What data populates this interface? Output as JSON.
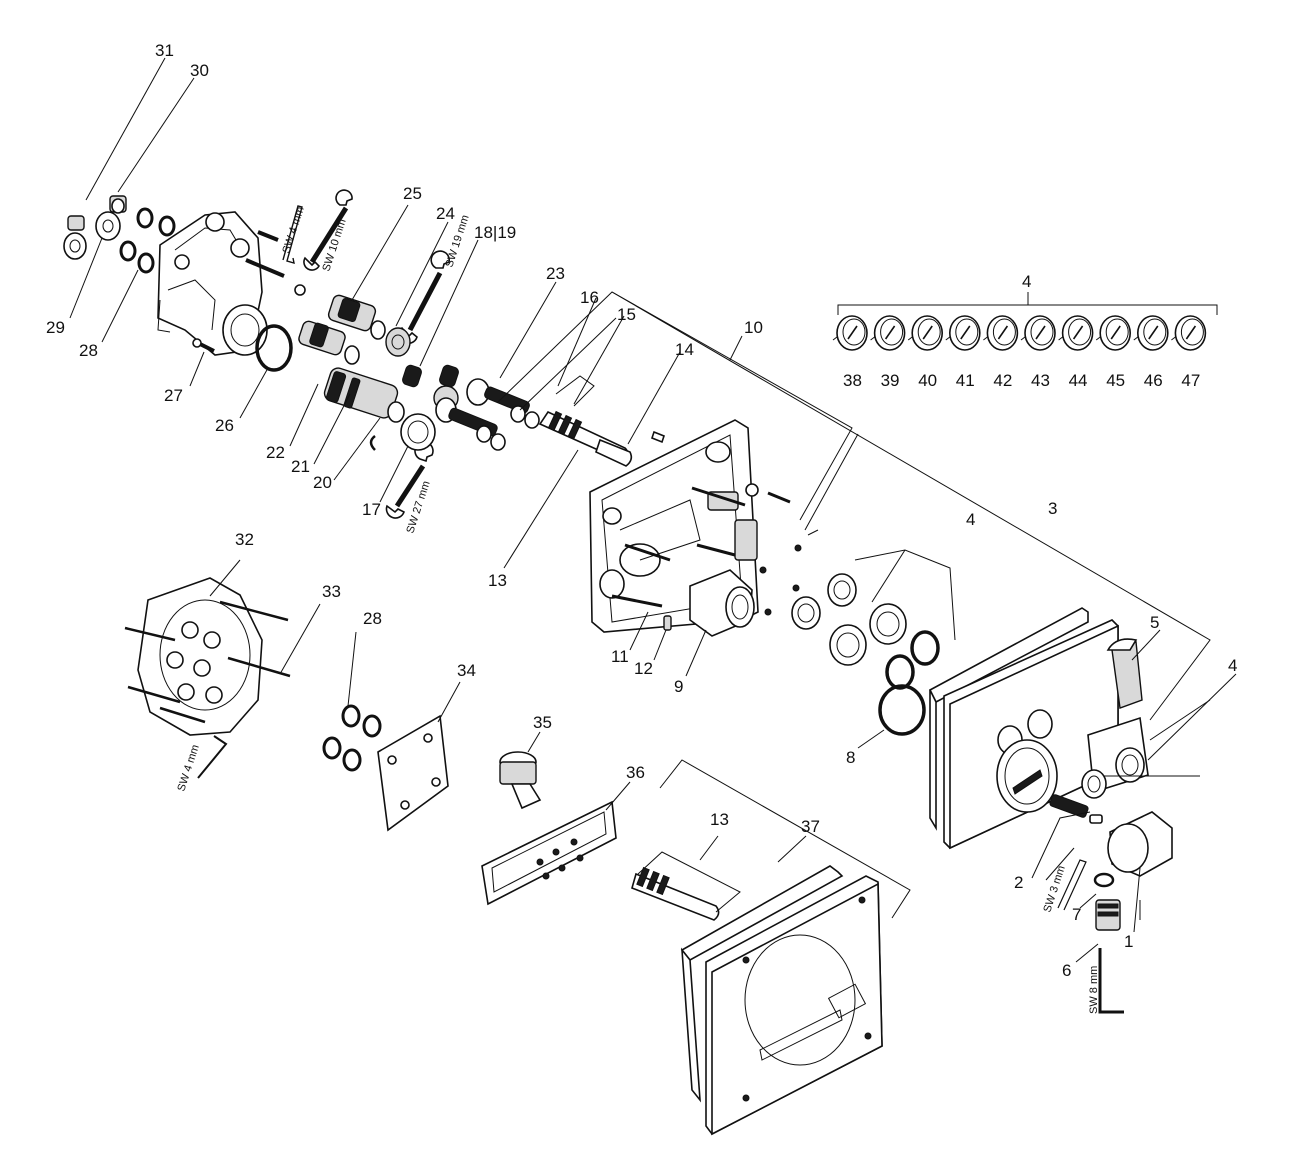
{
  "labels": {
    "l1": "1",
    "l2": "2",
    "l3": "3",
    "l4a": "4",
    "l4b": "4",
    "l4c": "4",
    "l5": "5",
    "l6": "6",
    "l7": "7",
    "l8": "8",
    "l9": "9",
    "l10": "10",
    "l11": "11",
    "l12": "12",
    "l13a": "13",
    "l13b": "13",
    "l14": "14",
    "l15": "15",
    "l16": "16",
    "l17": "17",
    "l1819": "18|19",
    "l20": "20",
    "l21": "21",
    "l22": "22",
    "l23": "23",
    "l24": "24",
    "l25": "25",
    "l26": "26",
    "l27": "27",
    "l28a": "28",
    "l28b": "28",
    "l29": "29",
    "l30": "30",
    "l31": "31",
    "l32": "32",
    "l33": "33",
    "l34": "34",
    "l35": "35",
    "l36": "36",
    "l37": "37"
  },
  "button_labels": [
    "38",
    "39",
    "40",
    "41",
    "42",
    "43",
    "44",
    "45",
    "46",
    "47"
  ],
  "tools": {
    "sw4_top": "SW 4 mm",
    "sw10": "SW 10 mm",
    "sw19": "SW 19 mm",
    "sw27": "SW 27 mm",
    "sw4_bottom": "SW 4 mm",
    "sw3": "SW 3 mm",
    "sw8": "SW 8 mm"
  },
  "colors": {
    "line": "#111111",
    "background": "#ffffff",
    "shade": "#d9d9d9"
  }
}
